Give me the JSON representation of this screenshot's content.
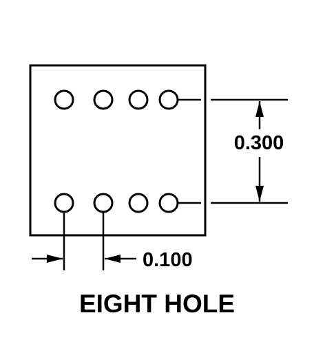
{
  "diagram": {
    "caption": "EIGHT HOLE",
    "row_spacing_label": "0.300",
    "pitch_label": "0.100",
    "hole_count": 8,
    "rows": 2,
    "holes_per_row": 4,
    "line_color": "#000000",
    "background_color": "#ffffff"
  }
}
